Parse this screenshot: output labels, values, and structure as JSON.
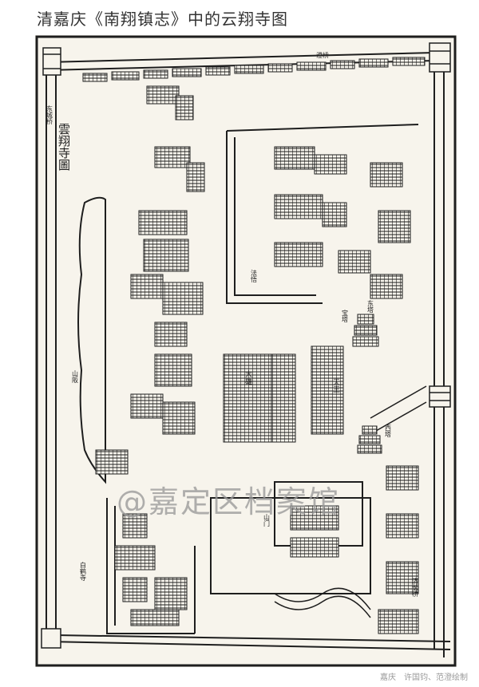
{
  "title": "清嘉庆《南翔镇志》中的云翔寺图",
  "map": {
    "map_title": "雲翔寺圖",
    "labels": [
      "澄桥",
      "东城桥",
      "山阪",
      "法悟",
      "大雄",
      "天王",
      "宝塔",
      "东塔",
      "西塔",
      "济长桥",
      "白鹤寺",
      "山门"
    ]
  },
  "watermark": "@嘉定区档案馆",
  "credit": "嘉庆　许国钧、范澄绘制",
  "colors": {
    "ink": "#1e1e1e",
    "paper": "#f7f4ec",
    "watermark": "#9a9a9a"
  }
}
